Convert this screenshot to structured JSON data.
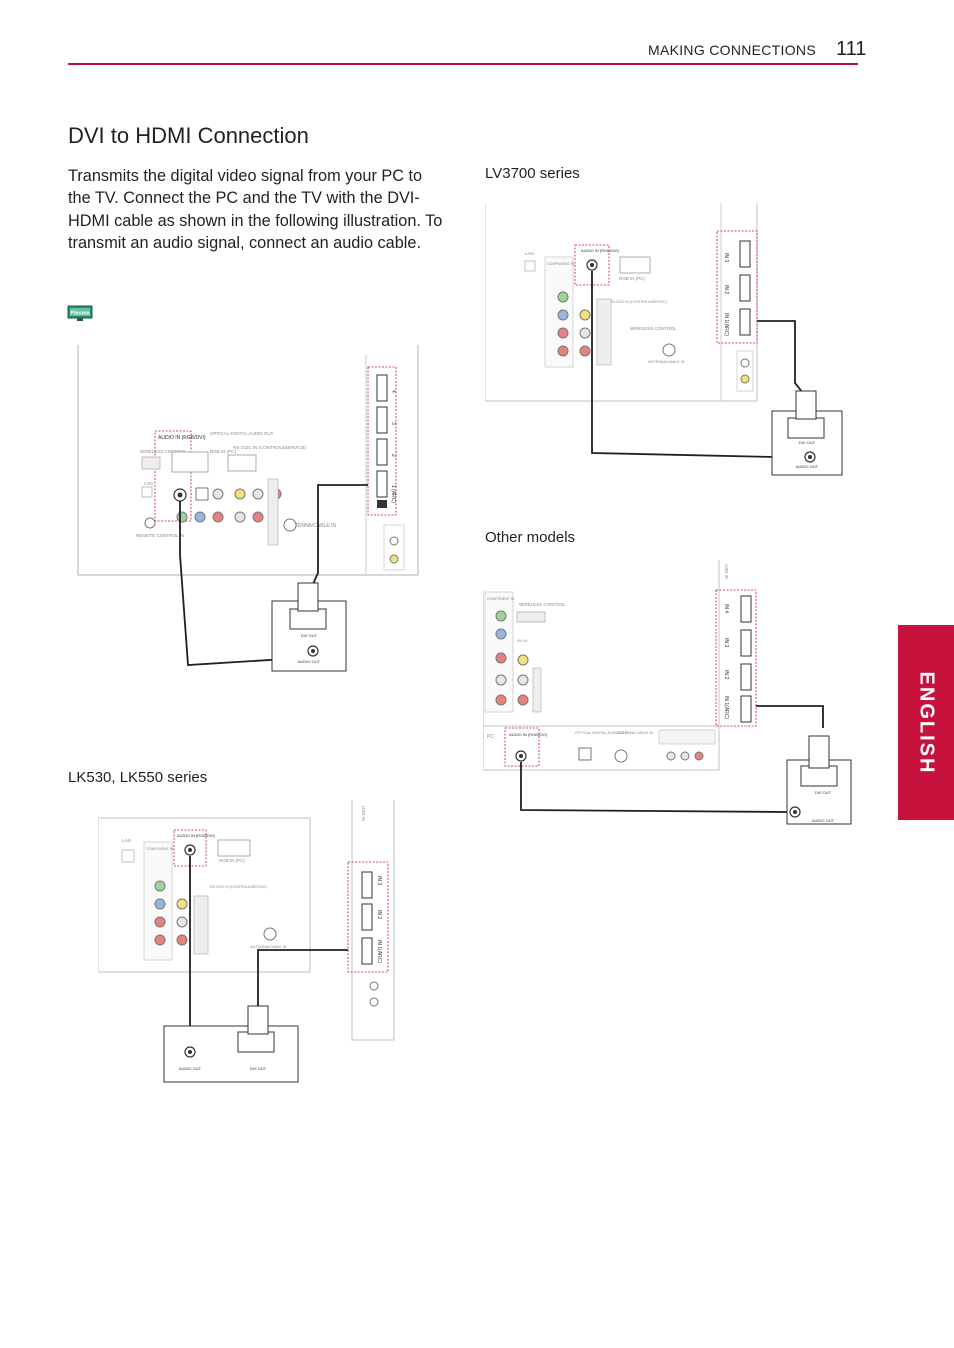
{
  "header": {
    "section": "MAKING CONNECTIONS",
    "page_number": "111"
  },
  "title": "DVI to HDMI Connection",
  "body": "Transmits the digital video signal from your PC to the TV. Connect the PC and the TV with the DVI-HDMI cable as shown in the following illustration. To transmit an audio signal, connect an audio cable.",
  "badge": "Plasma",
  "side_tab": "ENGLISH",
  "captions": {
    "lk": "LK530, LK550 series",
    "lv": "LV3700 series",
    "other": "Other models"
  },
  "labels": {
    "dvi_out": "DVI OUT",
    "audio_out": "AUDIO OUT",
    "audio_in_rgb_dvi": "AUDIO IN (RGB/DVI)",
    "rgb_in_pc": "RGB IN (PC)",
    "rs232c": "RS-232C IN (CONTROL&SERVICE)",
    "antenna_cable_in": "ANTENNA/CABLE IN",
    "antenna_cable_in_2": "ANTENNA CABLE IN",
    "lan": "LAN",
    "wireless_control": "WIRELESS CONTROL",
    "remote_control_in": "REMOTE CONTROL IN",
    "optical_digital_audio_out": "OPTICAL DIGITAL AUDIO OUT",
    "component_in": "COMPONENT IN",
    "av_in": "AV IN",
    "usb_in": "USB IN",
    "usb": "USB",
    "pc": "PC",
    "hdmi_dvi": "HDMI/DVI IN",
    "in_1_arc": "1 (ARC)",
    "in_2": "2",
    "in_3": "3",
    "in_4": "4",
    "lbl_in1_arc": "IN 1(ARC)",
    "lbl_in2": "IN 2",
    "lbl_in3": "IN 3",
    "lbl_in4": "IN 4"
  },
  "colors": {
    "accent": "#c6123d",
    "rule": "#b5123b",
    "cable": "#231f20",
    "dashed": "#c6123d"
  }
}
